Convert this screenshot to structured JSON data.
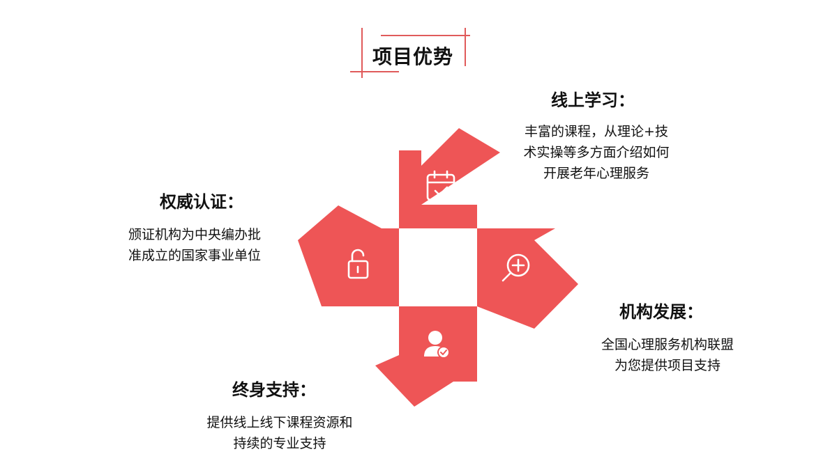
{
  "page": {
    "title": "项目优势",
    "accent_color": "#ee5556"
  },
  "blocks": {
    "online": {
      "title": "线上学习：",
      "desc_lines": [
        "丰富的课程，从理论+技",
        "术实操等多方面介绍如何",
        "开展老年心理服务"
      ],
      "icon": "calendar-check-icon"
    },
    "authority": {
      "title": "权威认证：",
      "desc_lines": [
        "颁证机构为中央编办批",
        "准成立的国家事业单位"
      ],
      "icon": "unlock-icon"
    },
    "institution": {
      "title": "机构发展：",
      "desc_lines": [
        "全国心理服务机构联盟",
        "为您提供项目支持"
      ],
      "icon": "zoom-in-icon"
    },
    "lifelong": {
      "title": "终身支持：",
      "desc_lines": [
        "提供线上线下课程资源和",
        "持续的专业支持"
      ],
      "icon": "user-check-icon"
    }
  }
}
